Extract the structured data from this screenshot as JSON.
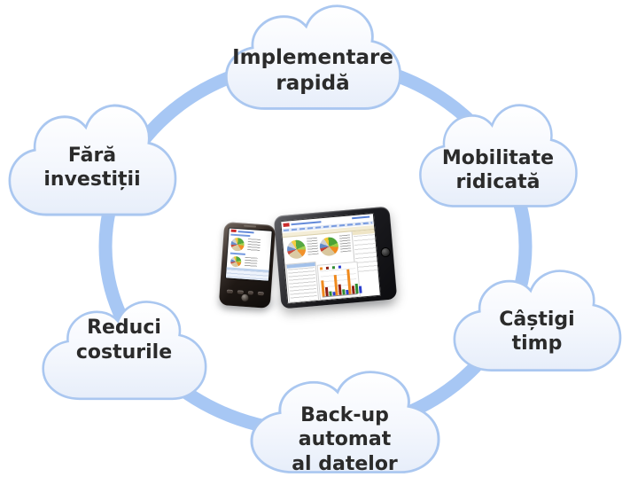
{
  "diagram": {
    "clouds": [
      {
        "id": "implementare-rapida",
        "label": "Implementare\nrapidă"
      },
      {
        "id": "mobilitate-ridicata",
        "label": "Mobilitate\nridicată"
      },
      {
        "id": "castigi-timp",
        "label": "Câștigi\ntimp"
      },
      {
        "id": "backup-automat-al-datelor",
        "label": "Back-up\nautomat\nal datelor"
      },
      {
        "id": "reduci-costurile",
        "label": "Reduci\ncosturile"
      },
      {
        "id": "fara-investitii",
        "label": "Fără\ninvestiții"
      }
    ],
    "colors": {
      "ring": "#a7c7f4",
      "cloud_border": "#aac7f0",
      "cloud_fill_top": "#ffffff",
      "cloud_fill_mid": "#f4f7fd",
      "cloud_fill_bottom": "#e7eefa",
      "label_text": "#2b2b2b",
      "background": "#ffffff"
    }
  },
  "devices": {
    "phone": {
      "type": "smartphone-with-dashboard"
    },
    "tablet": {
      "type": "tablet-with-dashboard"
    },
    "dashboard": {
      "pie_slices": [
        {
          "color": "#4aa233",
          "value": 20
        },
        {
          "color": "#9fce44",
          "value": 7
        },
        {
          "color": "#f08a1d",
          "value": 13
        },
        {
          "color": "#d8c69c",
          "value": 27
        },
        {
          "color": "#c43b2f",
          "value": 6
        },
        {
          "color": "#5b86c6",
          "value": 9
        },
        {
          "color": "#cfcfcf",
          "value": 10
        },
        {
          "color": "#f2c730",
          "value": 8
        }
      ],
      "bar_chart": {
        "series_colors": [
          "#f08a1d",
          "#8e1f14",
          "#2f8b2f",
          "#2b3fd0"
        ],
        "groups": [
          [
            62,
            34,
            16,
            13
          ],
          [
            78,
            42,
            21,
            17
          ],
          [
            95,
            30,
            38,
            28
          ]
        ]
      }
    }
  }
}
